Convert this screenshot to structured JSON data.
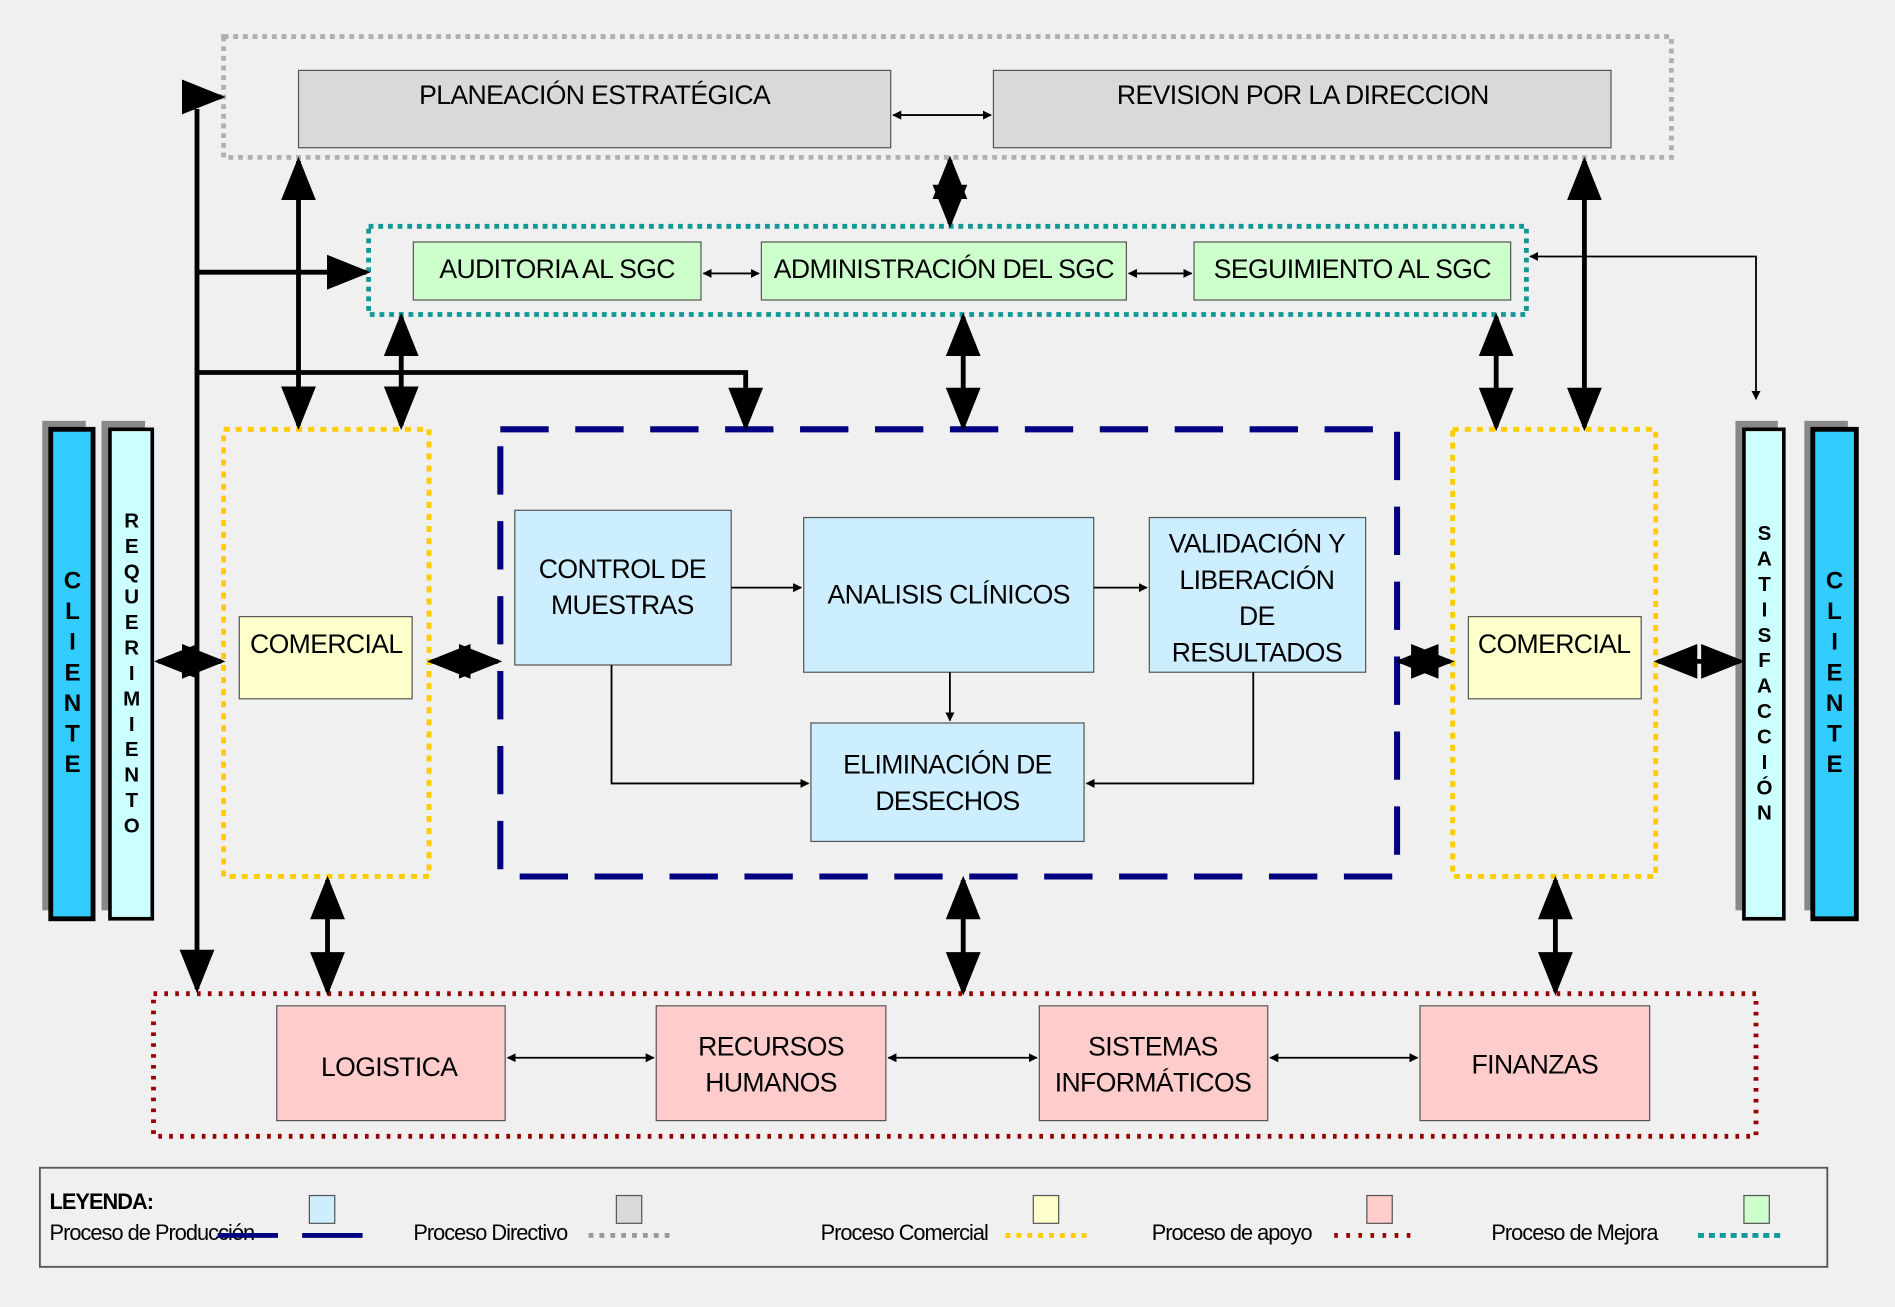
{
  "colors": {
    "produccion": "#cceeff",
    "directivo": "#d9d9d9",
    "comercial": "#ffffcc",
    "apoyo": "#ffcccc",
    "mejora": "#ccffcc",
    "cliente": "#33ccff",
    "requerimiento": "#ccffff",
    "frame_produccion": "#000080",
    "frame_directivo": "#b0b0b0",
    "frame_comercial": "#ffcc00",
    "frame_apoyo": "#990000",
    "frame_mejora": "#119999"
  },
  "directivo": {
    "planeacion": "PLANEACIÓN ESTRATÉGICA",
    "revision": "REVISION POR LA DIRECCION"
  },
  "mejora": {
    "auditoria": "AUDITORIA AL SGC",
    "administracion": "ADMINISTRACIÓN DEL SGC",
    "seguimiento": "SEGUIMIENTO AL SGC"
  },
  "left": {
    "cliente": "CLIENTE",
    "requerimiento": "REQUERIMIENTO",
    "comercial": "COMERCIAL"
  },
  "right": {
    "cliente": "CLIENTE",
    "satisfaccion": "SATISFACCIÓN",
    "comercial": "COMERCIAL"
  },
  "produccion": {
    "control": [
      "CONTROL DE",
      "MUESTRAS"
    ],
    "analisis": "ANALISIS CLÍNICOS",
    "validacion": [
      "VALIDACIÓN Y",
      "LIBERACIÓN",
      "DE",
      "RESULTADOS"
    ],
    "eliminacion": [
      "ELIMINACIÓN DE",
      "DESECHOS"
    ]
  },
  "apoyo": {
    "logistica": "LOGISTICA",
    "rrhh": [
      "RECURSOS",
      "HUMANOS"
    ],
    "sistemas": [
      "SISTEMAS",
      "INFORMÁTICOS"
    ],
    "finanzas": "FINANZAS"
  },
  "legend": {
    "title": "LEYENDA:",
    "produccion": "Proceso de Producción",
    "directivo": "Proceso Directivo",
    "comercial": "Proceso Comercial",
    "apoyo": "Proceso de apoyo",
    "mejora": "Proceso de Mejora"
  }
}
